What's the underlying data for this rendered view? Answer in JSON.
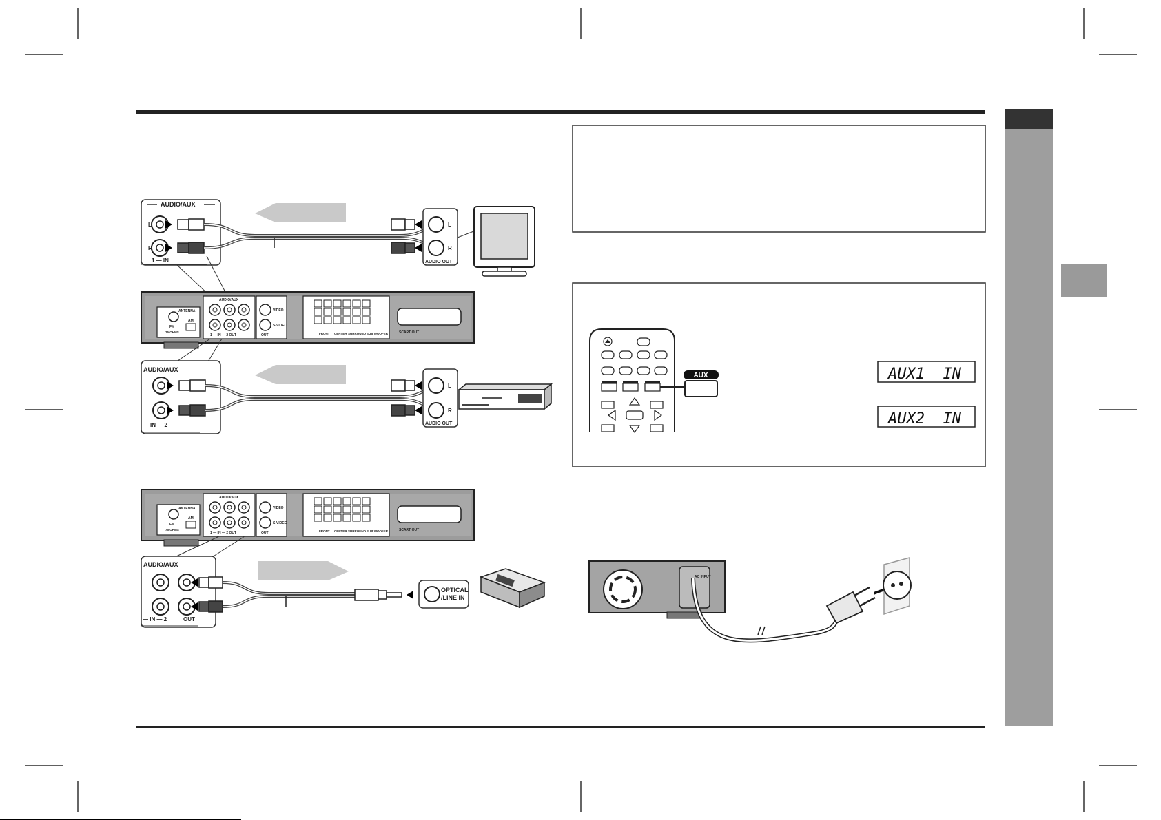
{
  "figure_labels": {
    "audio_aux_top": "AUDIO/AUX",
    "in1": "1 — IN",
    "audio_aux_mid": "AUDIO/AUX",
    "in2": "IN — 2",
    "audio_aux_bottom": "AUDIO/AUX",
    "in2_bottom": "— IN — 2",
    "out_bottom": "OUT",
    "audio_out_1": "AUDIO OUT",
    "audio_out_2": "AUDIO OUT",
    "optical_line_in": [
      "OPTICAL",
      "/LINE IN"
    ],
    "jack_L": "L",
    "jack_R": "R"
  },
  "unit_panel": {
    "antenna": "ANTENNA",
    "fm": "FM",
    "fm_ohms": "75 OHMS",
    "am": "AM",
    "audio_aux": "AUDIO/AUX",
    "jacks_row": "1 — IN — 2   OUT",
    "video": "VIDEO",
    "svideo": "S-VIDEO",
    "out": "OUT",
    "speaker_labels": [
      "FRONT",
      "CENTER",
      "SURROUND",
      "SUB WOOFER"
    ],
    "scart": "SCART OUT",
    "ac_input": "AC INPUT"
  },
  "remote": {
    "aux_label": "AUX"
  },
  "displays": [
    "AUX1  IN",
    "AUX2  IN"
  ]
}
